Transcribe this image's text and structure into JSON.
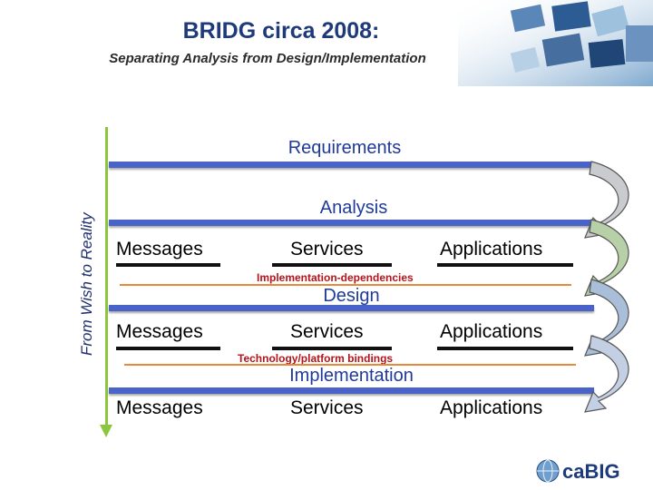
{
  "header": {
    "title": "BRIDG circa 2008:",
    "subtitle": "Separating Analysis from Design/Implementation"
  },
  "side_label": "From Wish to Reality",
  "levels": {
    "requirements": "Requirements",
    "analysis": "Analysis",
    "design": "Design",
    "implementation": "Implementation"
  },
  "rows": [
    {
      "messages": "Messages",
      "services": "Services",
      "applications": "Applications"
    },
    {
      "messages": "Messages",
      "services": "Services",
      "applications": "Applications"
    },
    {
      "messages": "Messages",
      "services": "Services",
      "applications": "Applications"
    }
  ],
  "notes": {
    "implementation_dependencies": "Implementation-dependencies",
    "technology_bindings": "Technology/platform bindings"
  },
  "logo": {
    "name": "caBIG"
  },
  "colors": {
    "band": "#4a63c9",
    "arrow": "#8cc63f",
    "orange_line": "#e58a3a",
    "red_text": "#b4141b",
    "title": "#1f3a7a"
  }
}
